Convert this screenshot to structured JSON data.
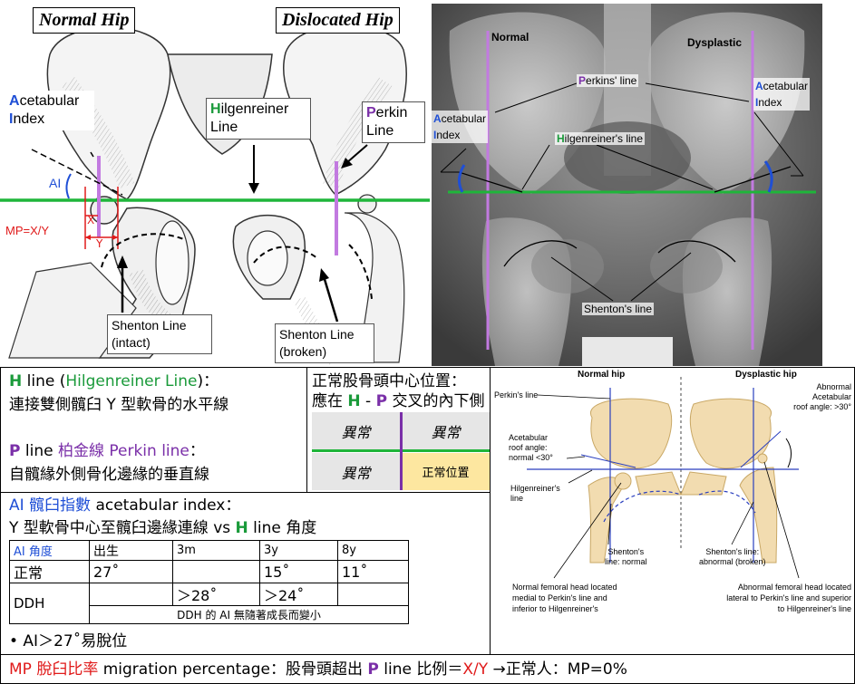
{
  "illustration": {
    "normal_title": "Normal Hip",
    "dislocated_title": "Dislocated Hip",
    "acetabular_initial_1": "A",
    "acetabular_word_1": "cetabular",
    "acetabular_initial_2": "I",
    "acetabular_word_2": "ndex",
    "hilgen_initial": "H",
    "hilgen_word": "ilgenreiner",
    "hilgen_line": "Line",
    "perkin_initial": "P",
    "perkin_word": "erkin",
    "perkin_line": "Line",
    "ai_label": "AI",
    "mp_label": "MP=X/Y",
    "x_label": "X",
    "y_label": "Y",
    "shenton_intact_1": "Shenton Line",
    "shenton_intact_2": "(intact)",
    "shenton_broken_1": "Shenton Line",
    "shenton_broken_2": "(broken)"
  },
  "xray": {
    "normal": "Normal",
    "dysplastic": "Dysplastic",
    "perkins_initial": "P",
    "perkins_rest": "erkins' line",
    "acet_initial_a": "A",
    "acet_rest_a": "cetabular",
    "acet_initial_i": "I",
    "acet_rest_i": "ndex",
    "hilgen_initial": "H",
    "hilgen_rest": "ilgenreiner's line",
    "shenton": "Shenton's line"
  },
  "text_panel": {
    "h_letter": "H",
    "h_line_word": " line (",
    "h_line_name": "Hilgenreiner Line",
    "h_line_close": ")：",
    "h_desc": "連接雙側髖臼 Y 型軟骨的水平線",
    "p_letter": "P",
    "p_line_word": " line ",
    "p_line_name": "柏金線 Perkin line",
    "p_line_close": "：",
    "p_desc": "自髖緣外側骨化邊緣的垂直線",
    "center_title_1": "正常股骨頭中心位置：",
    "center_title_2_a": "應在 ",
    "center_title_2_h": "H",
    "center_title_2_dash": " - ",
    "center_title_2_p": "P",
    "center_title_2_b": " 交叉的內下側",
    "quad_tl": "異常",
    "quad_tr": "異常",
    "quad_bl": "異常",
    "quad_br": "正常位置",
    "ai_title_a": "AI 髖臼指數",
    "ai_title_b": " acetabular index：",
    "ai_desc_a": "Y 型軟骨中心至髖臼邊緣連線 vs ",
    "ai_desc_h": "H",
    "ai_desc_b": " line 角度",
    "table_header": [
      "AI 角度",
      "出生",
      "3m",
      "3y",
      "8y"
    ],
    "row_normal": [
      "正常",
      "27˚",
      "",
      "15˚",
      "11˚"
    ],
    "row_ddh_label": "DDH",
    "row_ddh_values": [
      "",
      "＞28˚",
      "＞24˚",
      ""
    ],
    "row_ddh_note": "DDH 的 AI 無隨著成長而變小",
    "bullet": "• AI＞27˚易脫位",
    "mp_a": "MP 脫臼比率",
    "mp_b": " migration percentage：股骨頭超出 ",
    "mp_p": "P",
    "mp_c": " line 比例＝",
    "mp_xy": "X/Y",
    "mp_d": "  →正常人：MP=0%"
  },
  "diagram": {
    "normal_hip": "Normal hip",
    "dysplastic_hip": "Dysplastic hip",
    "perkins_line": "Perkin's line",
    "acet_roof_1": "Acetabular",
    "acet_roof_2": "roof angle:",
    "acet_roof_3": "normal <30°",
    "hilgen_1": "Hilgenreiner's",
    "hilgen_2": "line",
    "abn_1": "Abnormal",
    "abn_2": "Acetabular",
    "abn_3": "roof angle: >30°",
    "shenton_normal_1": "Shenton's",
    "shenton_normal_2": "line: normal",
    "shenton_abn_1": "Shenton's line:",
    "shenton_abn_2": "abnormal (broken)",
    "normal_femoral_1": "Normal femoral head located",
    "normal_femoral_2": "medial to Perkin's line and",
    "normal_femoral_3": "inferior to Hilgenreiner's",
    "abn_femoral_1": "Abnormal femoral head located",
    "abn_femoral_2": "lateral to Perkin's line and superior",
    "abn_femoral_3": "to Hilgenreiner's line"
  },
  "colors": {
    "green": "#1a9a3a",
    "blue": "#1f4fd6",
    "purple": "#7a2fa8",
    "red": "#e01a1a",
    "lavender_line": "#c27ae0",
    "quad_yellow": "#fde7a0",
    "quad_gray": "#e6e6e6",
    "bone": "#f2dcb0"
  }
}
